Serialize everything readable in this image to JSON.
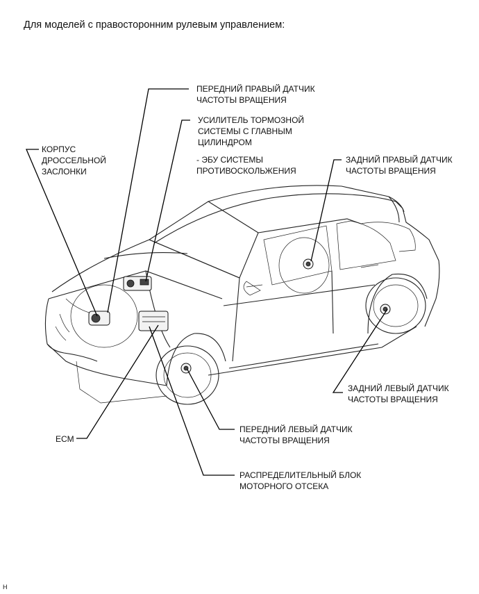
{
  "header": "Для моделей с правосторонним рулевым управлением:",
  "labels": {
    "front_right_sensor": "ПЕРЕДНИЙ ПРАВЫЙ ДАТЧИК\nЧАСТОТЫ ВРАЩЕНИЯ",
    "brake_booster": "УСИЛИТЕЛЬ ТОРМОЗНОЙ\nСИСТЕМЫ С ГЛАВНЫМ\nЦИЛИНДРОМ",
    "skid_control_ecu": "- ЭБУ СИСТЕМЫ\nПРОТИВОСКОЛЬЖЕНИЯ",
    "throttle_body": "КОРПУС\nДРОССЕЛЬНОЙ\nЗАСЛОНКИ",
    "rear_right_sensor": "ЗАДНИЙ ПРАВЫЙ ДАТЧИК\nЧАСТОТЫ ВРАЩЕНИЯ",
    "rear_left_sensor": "ЗАДНИЙ ЛЕВЫЙ ДАТЧИК\nЧАСТОТЫ ВРАЩЕНИЯ",
    "ecm": "ECM",
    "front_left_sensor": "ПЕРЕДНИЙ ЛЕВЫЙ ДАТЧИК\nЧАСТОТЫ ВРАЩЕНИЯ",
    "engine_relay_box": "РАСПРЕДЕЛИТЕЛЬНЫЙ БЛОК\nМОТОРНОГО ОТСЕКА"
  },
  "footer": "H"
}
